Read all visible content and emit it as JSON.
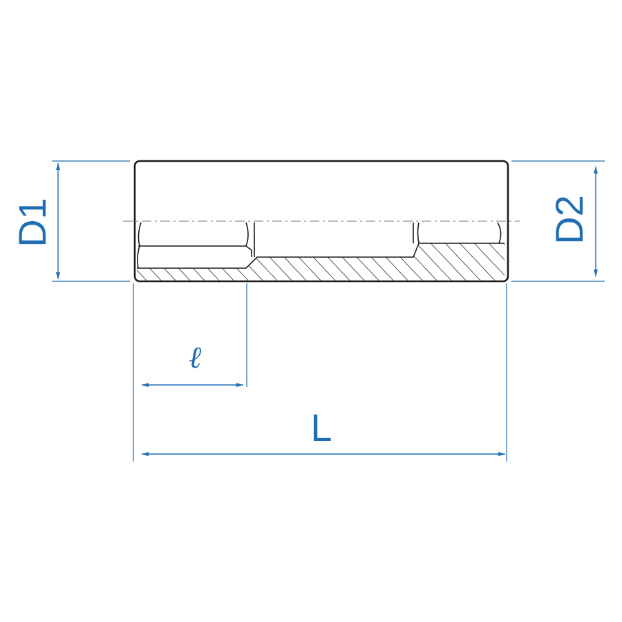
{
  "drawing": {
    "labels": {
      "d1": "D1",
      "d2": "D2",
      "l_small": "ℓ",
      "l_total": "L"
    },
    "colors": {
      "dimension": "#1f6db3",
      "outline": "#1a1a1a",
      "hatch": "#555555"
    }
  }
}
